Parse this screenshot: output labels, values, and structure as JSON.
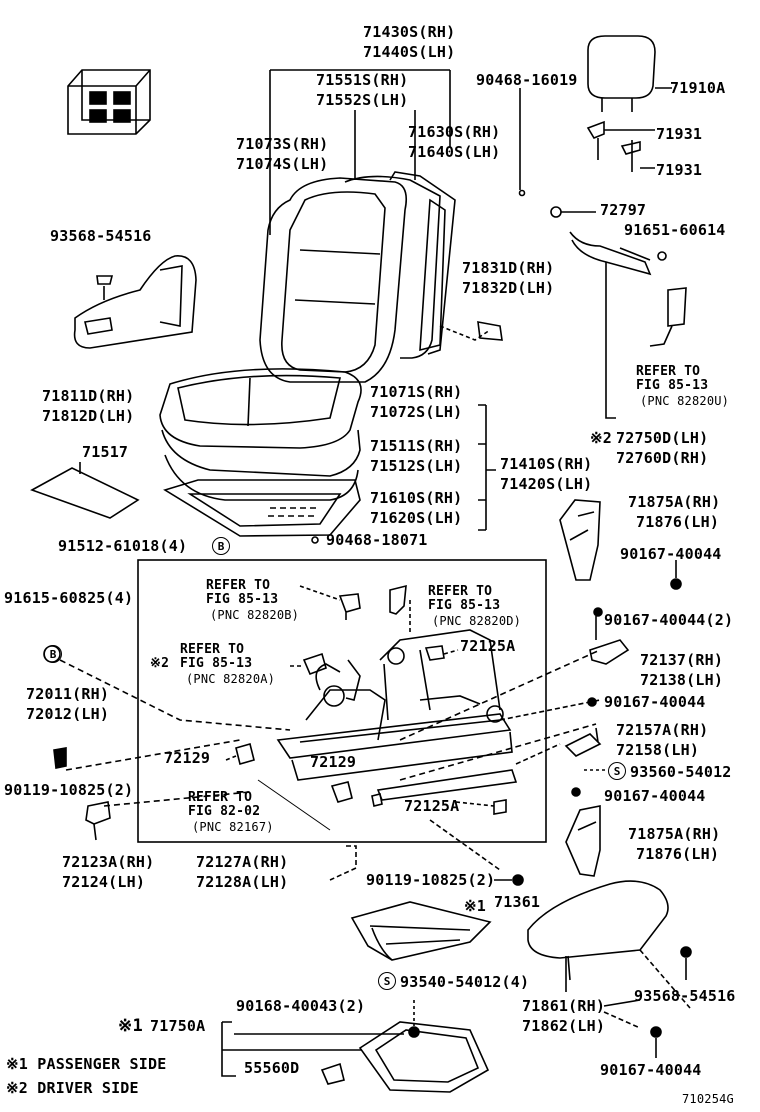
{
  "labels": {
    "l71430": "71430S(RH)",
    "l71440": "71440S(LH)",
    "l71551": "71551S(RH)",
    "l71552": "71552S(LH)",
    "l90468a": "90468-16019",
    "l71910": "71910A",
    "l71073": "71073S(RH)",
    "l71074": "71074S(LH)",
    "l71630": "71630S(RH)",
    "l71640": "71640S(LH)",
    "l71931a": "71931",
    "l71931b": "71931",
    "l93568a": "93568-54516",
    "l72797": "72797",
    "l91651": "91651-60614",
    "l71831": "71831D(RH)",
    "l71832": "71832D(LH)",
    "l71811": "71811D(RH)",
    "l71812": "71812D(LH)",
    "l71071": "71071S(RH)",
    "l71072": "71072S(LH)",
    "r85a1": "REFER TO",
    "r85a2": "FIG 85-13",
    "r85a3": "(PNC 82820U)",
    "l72750mark": "※2",
    "l72750": "72750D(LH)",
    "l72760": "72760D(RH)",
    "l71517": "71517",
    "l71511": "71511S(RH)",
    "l71512": "71512S(LH)",
    "l71410": "71410S(RH)",
    "l71420": "71420S(LH)",
    "l71610": "71610S(RH)",
    "l71620": "71620S(LH)",
    "l71875a": "71875A(RH)",
    "l71876a": "71876(LH)",
    "l91512": "91512-61018(4)",
    "circB": "B",
    "l90468b": "90468-18071",
    "l90167a": "90167-40044",
    "l91615": "91615-60825(4)",
    "r85b1": "REFER TO",
    "r85b2": "FIG 85-13",
    "r85b3": "(PNC 82820B)",
    "r85c1": "REFER TO",
    "r85c2": "FIG 85-13",
    "r85c3": "(PNC 82820D)",
    "l90167b": "90167-40044(2)",
    "r85d1": "REFER TO",
    "r85d2": "FIG 85-13",
    "r85d3": "(PNC 82820A)",
    "r85dmark": "※2",
    "l72125a": "72125A",
    "l72137": "72137(RH)",
    "l72138": "72138(LH)",
    "l72011": "72011(RH)",
    "l72012": "72012(LH)",
    "l90167c": "90167-40044",
    "l72157": "72157A(RH)",
    "l72158": "72158(LH)",
    "l72129a": "72129",
    "l72129b": "72129",
    "l93560": "93560-54012",
    "circS1": "S",
    "l90119a": "90119-10825(2)",
    "r82a1": "REFER TO",
    "r82a2": "FIG 82-02",
    "r82a3": "(PNC 82167)",
    "l72125b": "72125A",
    "l90167d": "90167-40044",
    "l71875b": "71875A(RH)",
    "l71876b": "71876(LH)",
    "l72123": "72123A(RH)",
    "l72124": "72124(LH)",
    "l72127": "72127A(RH)",
    "l72128": "72128A(LH)",
    "l90119b": "90119-10825(2)",
    "l71361mark": "※1",
    "l71361": "71361",
    "circS2": "S",
    "l93540": "93540-54012(4)",
    "l90168": "90168-40043(2)",
    "l71750mark": "※1",
    "l71750": "71750A",
    "l93568b": "93568-54516",
    "l71861": "71861(RH)",
    "l71862": "71862(LH)",
    "l55560": "55560D",
    "l90167e": "90167-40044",
    "note1": "※1 PASSENGER SIDE",
    "note2": "※2 DRIVER SIDE",
    "figcode": "710254G"
  }
}
